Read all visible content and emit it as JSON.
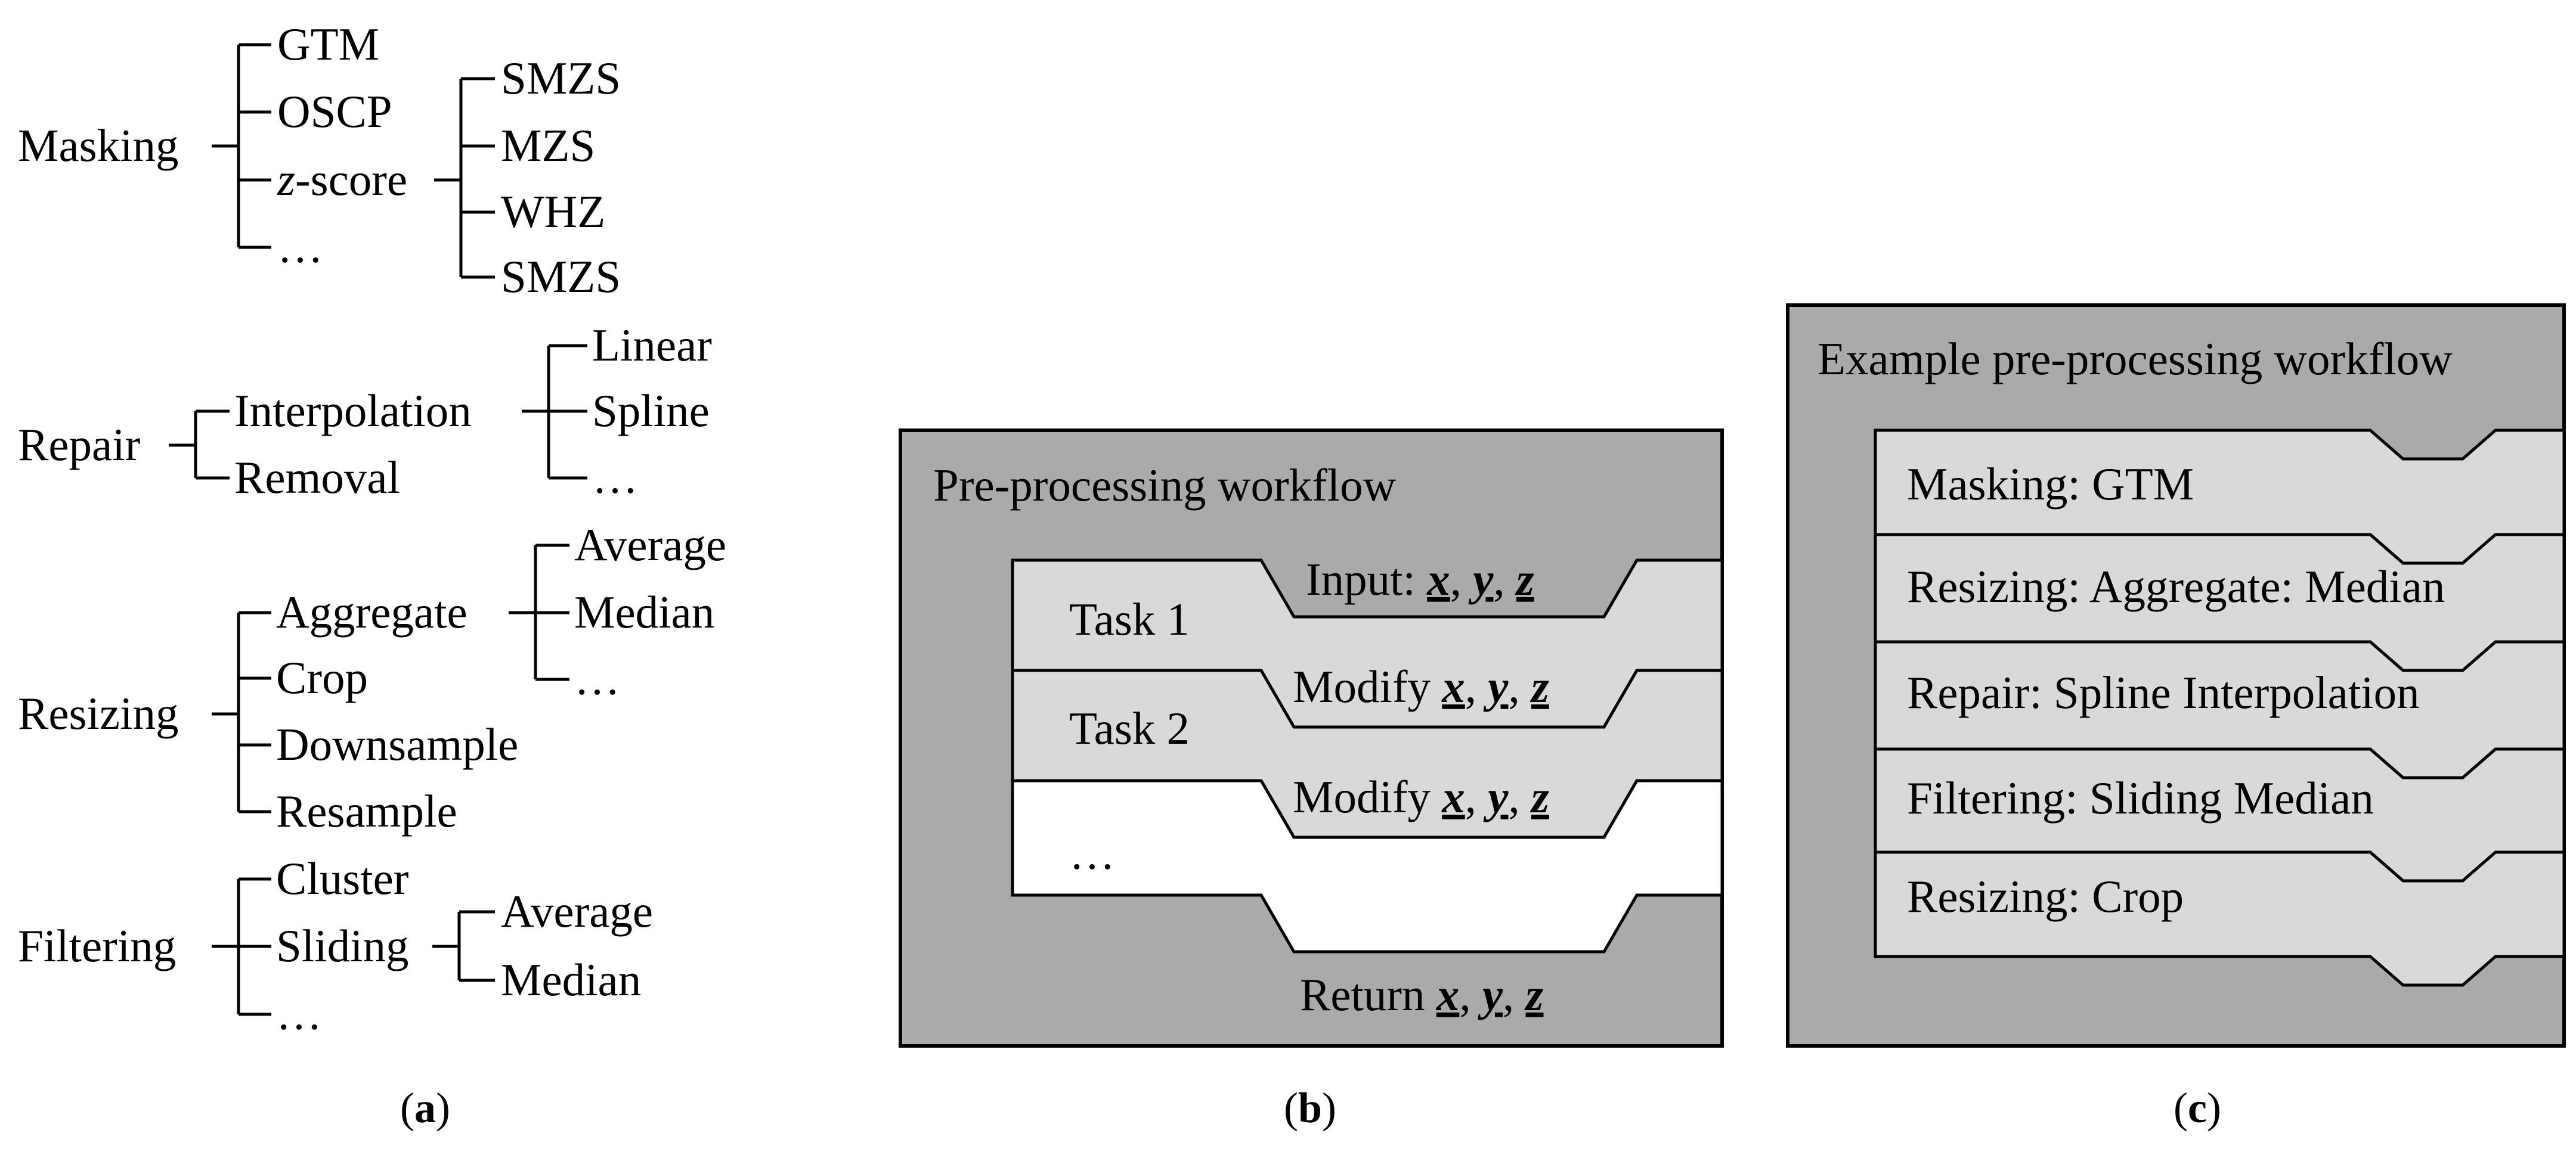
{
  "colors": {
    "outer_fill": "#aaaaaa",
    "inner_fill": "#d9d9d9",
    "white_fill": "#ffffff",
    "stroke": "#000000"
  },
  "panel_a": {
    "caption": "(a)",
    "masking": {
      "label": "Masking",
      "items": [
        "GTM",
        "OSCP",
        "z-score",
        "…"
      ],
      "zscore_items": [
        "SMZS",
        "MZS",
        "WHZ",
        "SMZS"
      ]
    },
    "repair": {
      "label": "Repair",
      "items": [
        "Interpolation",
        "Removal"
      ],
      "interpolation_items": [
        "Linear",
        "Spline",
        "…"
      ]
    },
    "resizing": {
      "label": "Resizing",
      "items": [
        "Aggregate",
        "Crop",
        "Downsample",
        "Resample"
      ],
      "aggregate_items": [
        "Average",
        "Median",
        "…"
      ]
    },
    "filtering": {
      "label": "Filtering",
      "items": [
        "Cluster",
        "Sliding",
        "…"
      ],
      "sliding_items": [
        "Average",
        "Median"
      ]
    }
  },
  "panel_b": {
    "caption": "(b)",
    "title": "Pre-processing workflow",
    "task1": "Task 1",
    "task2": "Task 2",
    "ellipsis": "…",
    "input_label": "Input: ",
    "modify1_label": "Modify ",
    "modify2_label": "Modify ",
    "return_label": "Return ",
    "vars": [
      "x",
      "y",
      "z"
    ],
    "sep": ", "
  },
  "panel_c": {
    "caption": "(c)",
    "title": "Example pre-processing workflow",
    "steps": [
      "Masking: GTM",
      "Resizing: Aggregate: Median",
      "Repair: Spline Interpolation",
      "Filtering: Sliding Median",
      "Resizing: Crop"
    ]
  }
}
